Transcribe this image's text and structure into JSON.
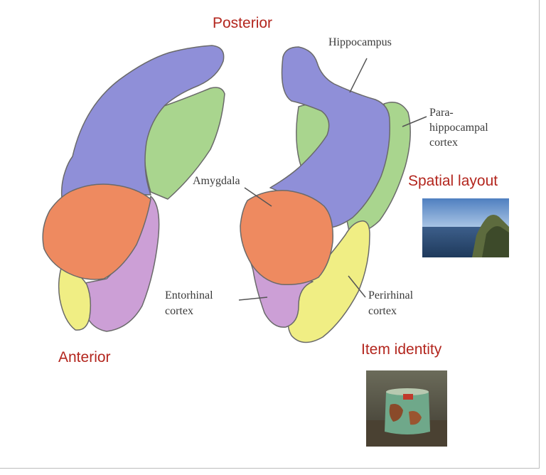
{
  "labels": {
    "posterior": "Posterior",
    "anterior": "Anterior",
    "spatial_layout": "Spatial layout",
    "item_identity": "Item identity",
    "hippocampus": "Hippocampus",
    "parahippocampal_1": "Para-",
    "parahippocampal_2": "hippocampal",
    "parahippocampal_3": "cortex",
    "amygdala": "Amygdala",
    "entorhinal_1": "Entorhinal",
    "entorhinal_2": "cortex",
    "perirhinal_1": "Perirhinal",
    "perirhinal_2": "cortex"
  },
  "colors": {
    "label_red": "#b3261e",
    "hippocampus": "#8f8fd8",
    "parahippocampal": "#a9d58e",
    "amygdala": "#ee8a60",
    "entorhinal": "#cc9fd6",
    "perirhinal": "#f0ee84"
  }
}
